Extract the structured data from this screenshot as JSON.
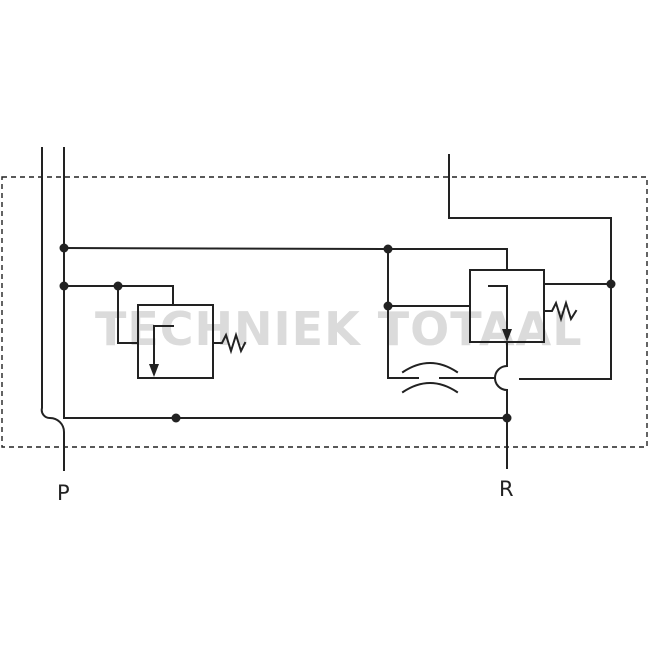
{
  "diagram": {
    "watermark": "TECHNIEK TOTAAL",
    "ports": {
      "p_label": "P",
      "r_label": "R"
    },
    "colors": {
      "line": "#222222",
      "watermark": "#cfcfcf",
      "background": "#ffffff"
    },
    "symbols": [
      "pressure-relief-valve",
      "pressure-reducing-valve",
      "throttle-restrictor",
      "spring"
    ]
  }
}
